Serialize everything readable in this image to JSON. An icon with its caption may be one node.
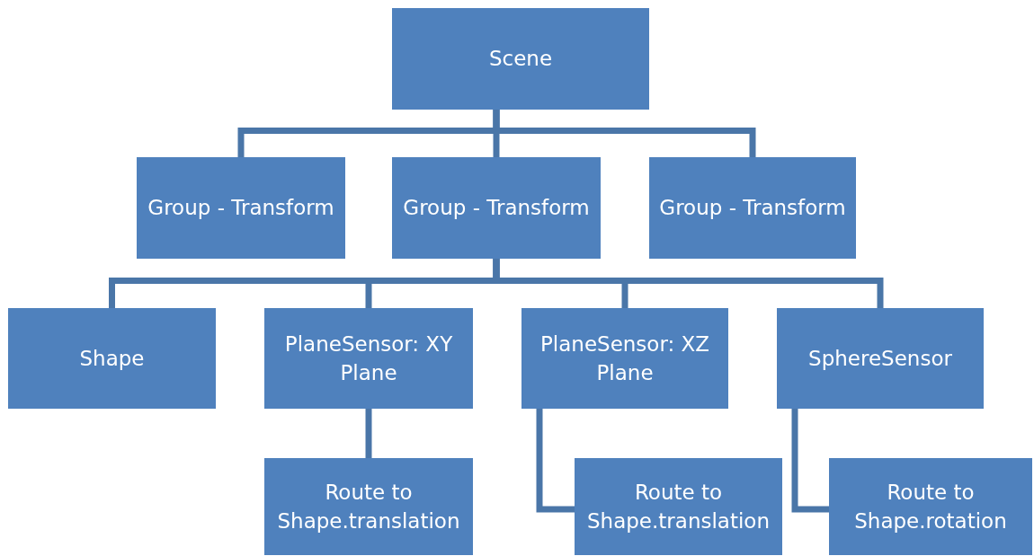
{
  "diagram": {
    "nodes": [
      {
        "text": [
          "Scene"
        ]
      },
      {
        "text": [
          "Group - Transform"
        ]
      },
      {
        "text": [
          "Group - Transform"
        ]
      },
      {
        "text": [
          "Group - Transform"
        ]
      },
      {
        "text": [
          "Shape"
        ]
      },
      {
        "text": [
          "PlaneSensor: XY Plane"
        ]
      },
      {
        "text": [
          "PlaneSensor: XZ Plane"
        ]
      },
      {
        "text": [
          "SphereSensor"
        ]
      },
      {
        "text": [
          "Route to Shape.translation"
        ]
      },
      {
        "text": [
          "Route to Shape.translation"
        ]
      },
      {
        "text": [
          "Route to Shape.rotation"
        ]
      }
    ],
    "edges": [
      {
        "from": 0,
        "to": 1,
        "arrow": "none"
      },
      {
        "from": 0,
        "to": 2,
        "arrow": "none"
      },
      {
        "from": 0,
        "to": 3,
        "arrow": "none"
      },
      {
        "from": 2,
        "to": 4,
        "arrow": "none"
      },
      {
        "from": 2,
        "to": 5,
        "arrow": "none"
      },
      {
        "from": 2,
        "to": 6,
        "arrow": "none"
      },
      {
        "from": 2,
        "to": 7,
        "arrow": "none"
      },
      {
        "from": 5,
        "to": 8,
        "arrow": "none"
      },
      {
        "from": 6,
        "to": 9,
        "arrow": "none"
      },
      {
        "from": 7,
        "to": 10,
        "arrow": "none"
      }
    ]
  }
}
